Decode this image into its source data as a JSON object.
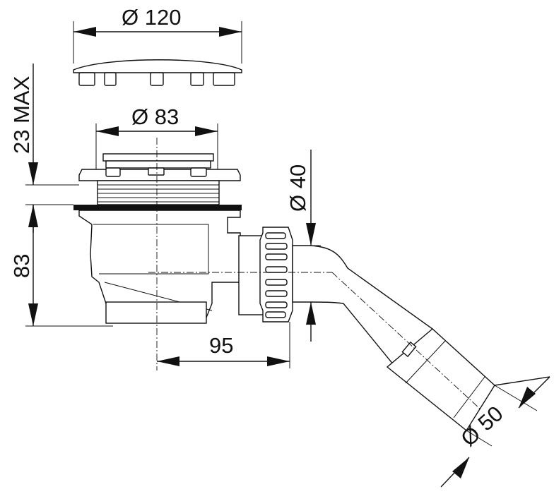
{
  "dimensions": {
    "cover_diameter": "Ø 120",
    "body_diameter": "Ø 83",
    "max_height": "23 MAX",
    "body_height": "83",
    "outlet_diameter": "Ø 40",
    "outlet_offset": "95",
    "pipe_diameter": "Ø 50"
  }
}
